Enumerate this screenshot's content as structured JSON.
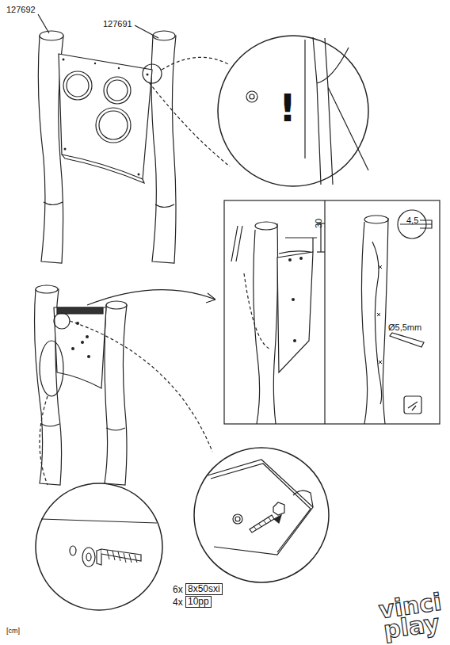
{
  "diagram": {
    "nodes": [
      {
        "text": [
          "8x50sxi"
        ]
      },
      {
        "text": [
          "10pp"
        ]
      }
    ],
    "labels": [
      "127692",
      "127691",
      "!",
      "30",
      "4,5",
      "Ø5,5mm",
      "6x",
      "4x",
      "[cm]",
      "vinci",
      "play"
    ]
  }
}
